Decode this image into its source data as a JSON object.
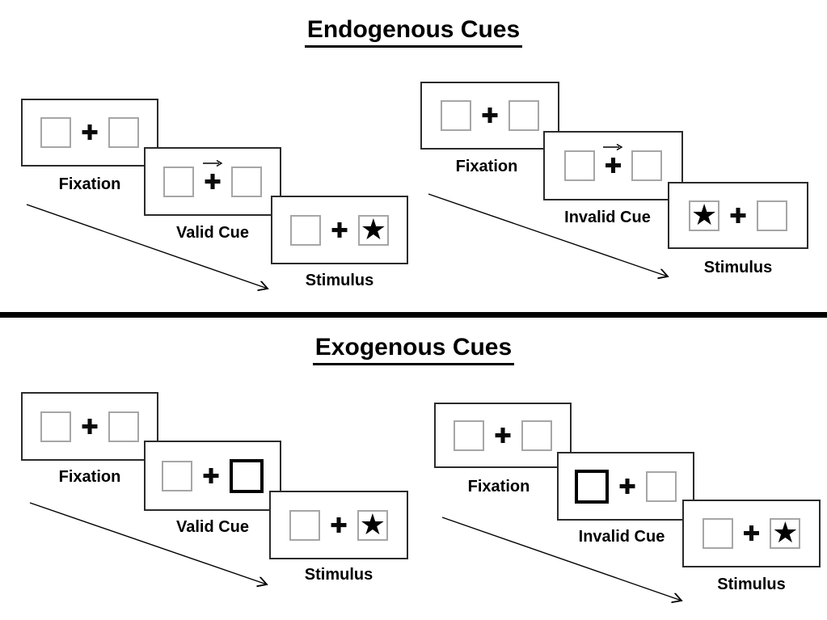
{
  "endogenous": {
    "title": "Endogenous Cues",
    "valid": {
      "fixation": "Fixation",
      "cue": "Valid Cue",
      "stimulus": "Stimulus"
    },
    "invalid": {
      "fixation": "Fixation",
      "cue": "Invalid Cue",
      "stimulus": "Stimulus"
    }
  },
  "exogenous": {
    "title": "Exogenous Cues",
    "valid": {
      "fixation": "Fixation",
      "cue": "Valid Cue",
      "stimulus": "Stimulus"
    },
    "invalid": {
      "fixation": "Fixation",
      "cue": "Invalid Cue",
      "stimulus": "Stimulus"
    }
  },
  "glyphs": {
    "plus": "✚",
    "star": "★",
    "cue_arrow_direction": "right"
  },
  "cue_conditions": {
    "endogenous_valid": {
      "cue_icon": "right-arrow-above-fixation",
      "target_side": "right"
    },
    "endogenous_invalid": {
      "cue_icon": "right-arrow-above-fixation",
      "target_side": "left"
    },
    "exogenous_valid": {
      "cue_icon": "bold-right-box",
      "target_side": "right"
    },
    "exogenous_invalid": {
      "cue_icon": "bold-left-box",
      "target_side": "right"
    }
  },
  "colors": {
    "ink": "#000000",
    "panel_border": "#2b2b2b",
    "placeholder_box_border": "#a6a6a6",
    "background": "#ffffff"
  }
}
